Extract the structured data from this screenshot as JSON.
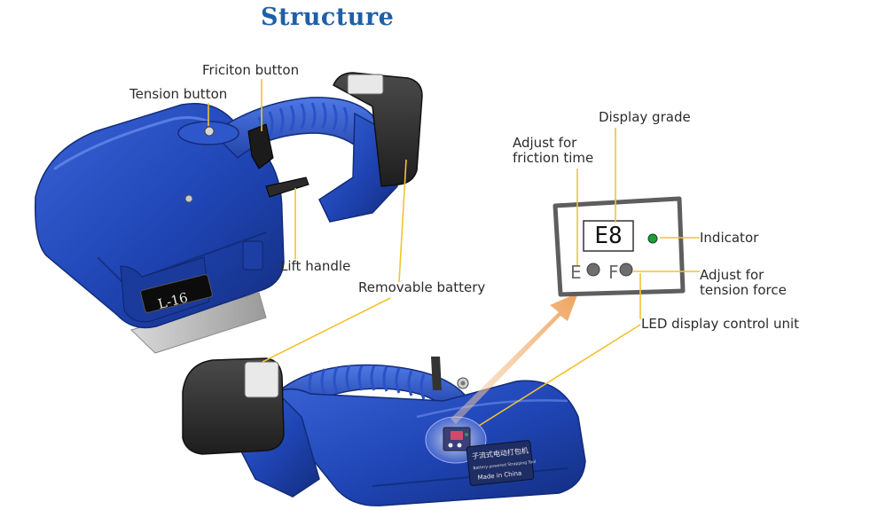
{
  "title": "Structure",
  "labels": {
    "friction_button": "Friciton button",
    "tension_button": "Tension button",
    "lift_handle": "Lift handle",
    "removable_battery": "Removable battery",
    "display_grade": "Display grade",
    "adjust_friction_line1": "Adjust for",
    "adjust_friction_line2": "friction time",
    "indicator": "Indicator",
    "adjust_tension_line1": "Adjust for",
    "adjust_tension_line2": "tension force",
    "led_unit": "LED display control unit"
  },
  "panel": {
    "display_value": "E8",
    "key_e": "E",
    "key_f": "F"
  },
  "tool_marks": {
    "model_plate": "L-16",
    "chip_line1": "子流式电动打包机",
    "chip_line2": "Battery-powered Strapping Tool",
    "chip_line3": "Made in China"
  },
  "colors": {
    "title": "#1f5fa8",
    "tool_blue": "#1f45b5",
    "tool_blue_dark": "#122c7a",
    "leader_line": "#f2c230",
    "arrow": "#f0a25a",
    "indicator_led": "#1f9b3a",
    "battery": "#2c2c2c"
  }
}
